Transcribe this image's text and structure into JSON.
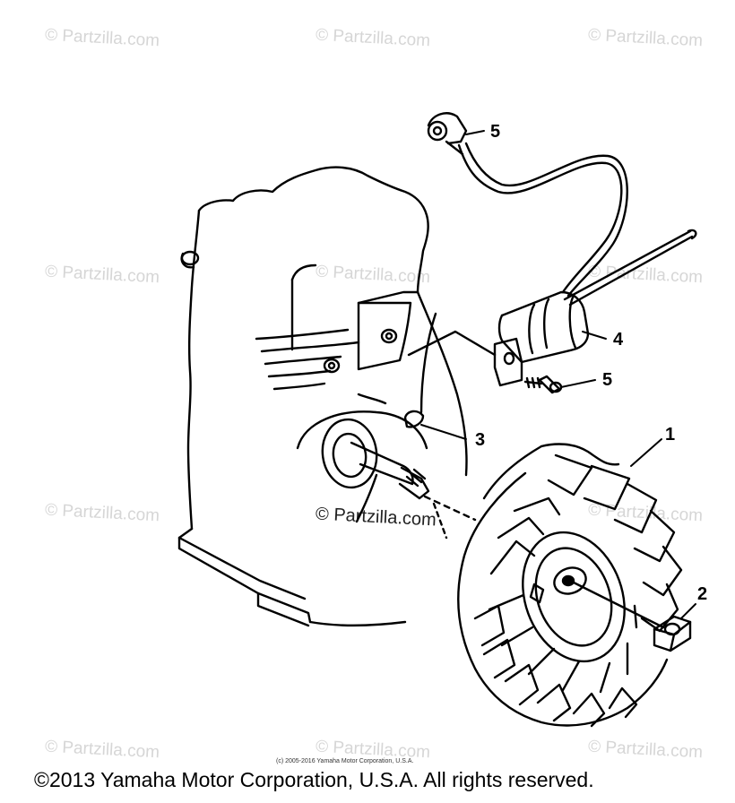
{
  "watermark": "© Partzilla.com",
  "parts": {
    "flywheel": "1",
    "nut": "2",
    "key": "3",
    "ignition_coil": "4",
    "plug_cap": "5",
    "bolt": "5"
  },
  "small_copyright": "(c) 2005-2016 Yamaha Motor Corporation, U.S.A.",
  "footer": "©2013 Yamaha Motor Corporation, U.S.A. All rights reserved."
}
